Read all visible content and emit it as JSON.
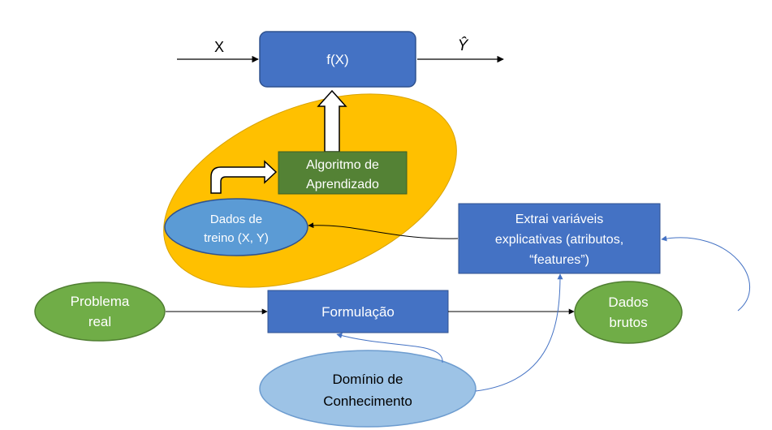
{
  "diagram": {
    "input_label": "X",
    "output_label": "Ŷ",
    "model_box": "f(X)",
    "algorithm": [
      "Algoritmo de",
      "Aprendizado"
    ],
    "training_data": [
      "Dados de",
      "treino (X, Y)"
    ],
    "extract_features": [
      "Extrai variáveis",
      "explicativas (atributos,",
      "“features”)"
    ],
    "real_problem": [
      "Problema",
      "real"
    ],
    "formulation": "Formulação",
    "raw_data": [
      "Dados",
      "brutos"
    ],
    "domain_knowledge": [
      "Domínio de",
      "Conhecimento"
    ]
  },
  "colors": {
    "blue_box": "#4472c4",
    "dark_blue_border": "#2f528f",
    "green_box": "#548235",
    "green_ellipse": "#70ad47",
    "light_blue_ellipse": "#9dc3e6",
    "mid_blue_ellipse": "#5b9bd5",
    "orange_ellipse": "#ffc000",
    "connector_blue": "#4472c4",
    "connector_black": "#000000"
  }
}
